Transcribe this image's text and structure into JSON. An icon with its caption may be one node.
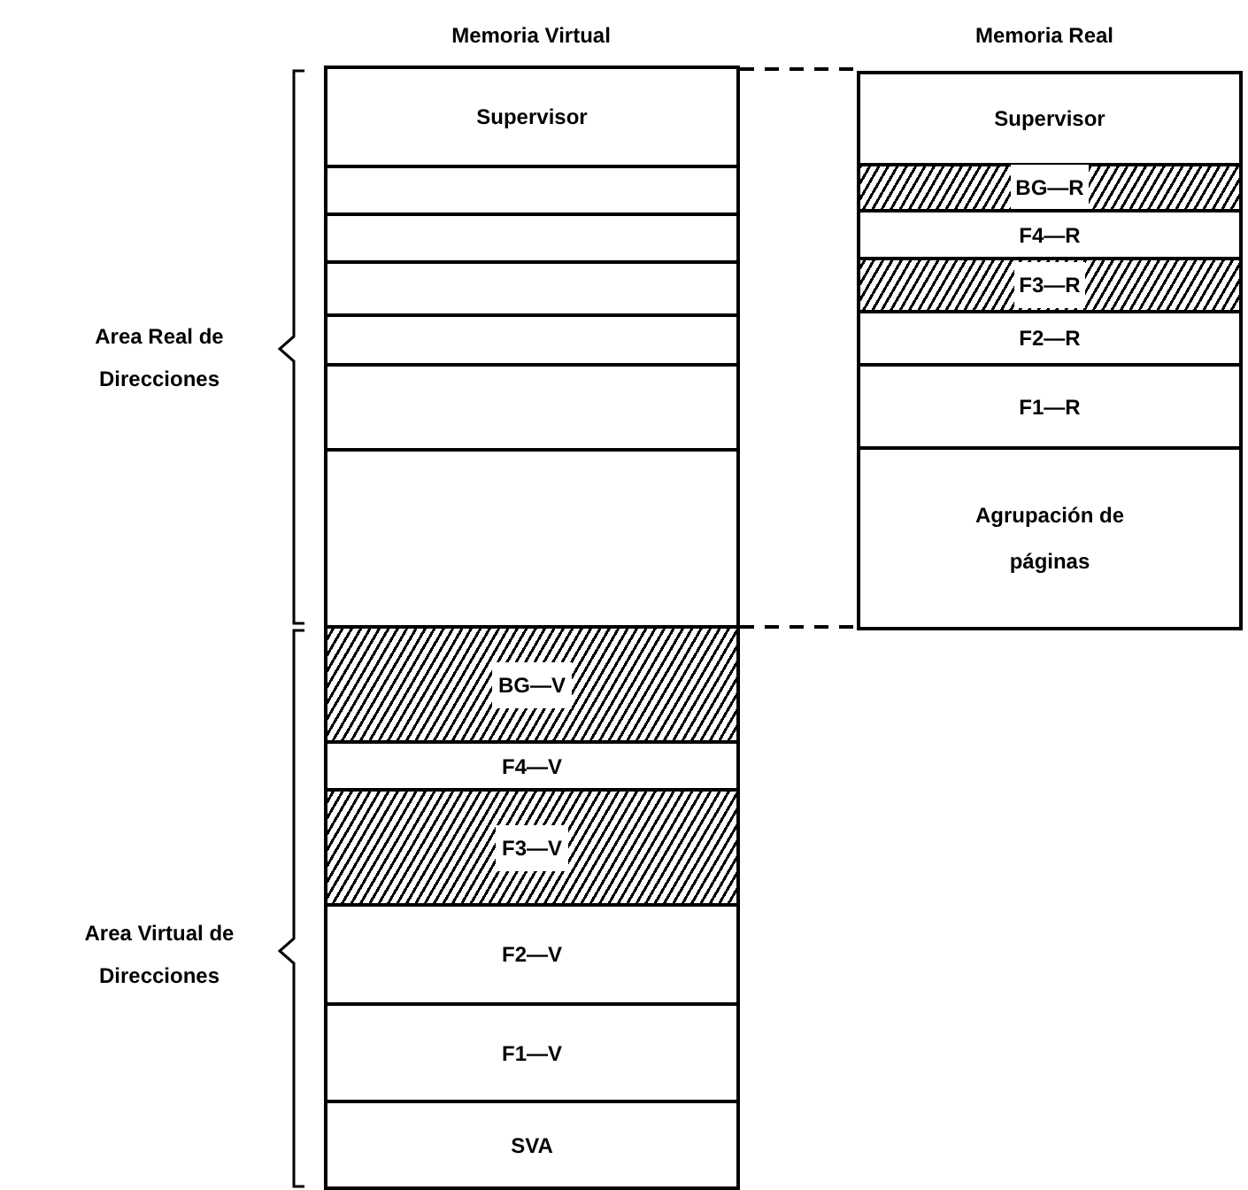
{
  "diagram": {
    "nodes": [
      {
        "text": [
          "Supervisor"
        ]
      },
      {
        "text": [],
        "shape": "box"
      },
      {
        "text": [],
        "shape": "box"
      },
      {
        "text": [],
        "shape": "box"
      },
      {
        "text": [],
        "shape": "box"
      },
      {
        "text": [],
        "shape": "box"
      },
      {
        "text": [],
        "shape": "box"
      },
      {
        "text": [
          "BG—V"
        ]
      },
      {
        "text": [
          "F4—V"
        ]
      },
      {
        "text": [
          "F3—V"
        ]
      },
      {
        "text": [
          "F2—V"
        ]
      },
      {
        "text": [
          "F1—V"
        ]
      },
      {
        "text": [
          "SVA"
        ]
      },
      {
        "text": [
          "Supervisor"
        ]
      },
      {
        "text": [
          "BG—R"
        ]
      },
      {
        "text": [
          "F4—R"
        ]
      },
      {
        "text": [
          "F3—R"
        ]
      },
      {
        "text": [
          "F2—R"
        ]
      },
      {
        "text": [
          "F1—R"
        ]
      },
      {
        "text": [
          "Agrupación de páginas"
        ]
      }
    ],
    "edges": [
      {
        "from": 0,
        "to": 13,
        "arrow": "none",
        "style": "dashed"
      },
      {
        "from": 6,
        "to": 19,
        "arrow": "none",
        "style": "dashed"
      }
    ],
    "labels": [
      "Memoria Virtual",
      "Memoria Real",
      "Area Real de Direcciones",
      "Area Virtual de Direcciones"
    ]
  }
}
